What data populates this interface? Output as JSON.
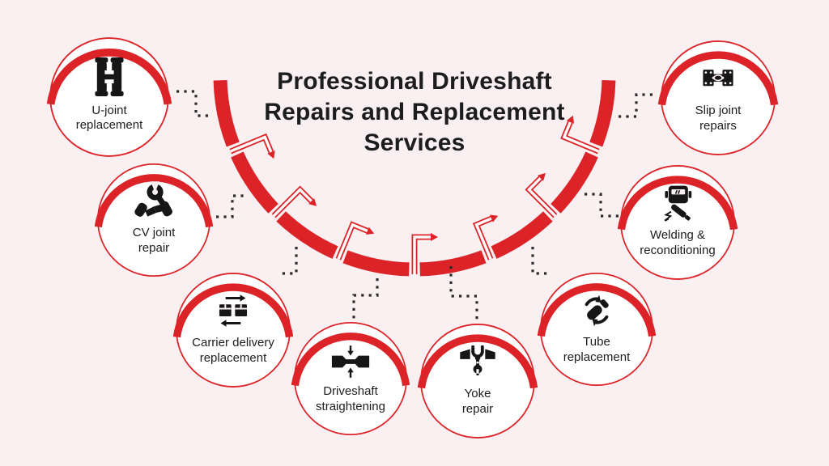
{
  "title": "Professional Driveshaft Repairs and Replacement Services",
  "colors": {
    "background": "#fbf0f1",
    "accent_red": "#dc2328",
    "text": "#1d1d1f",
    "icon_black": "#161616",
    "dot_gray": "#2b2b2b",
    "node_fill": "#ffffff"
  },
  "diagram": {
    "shape": "segmented semicircle arc with outward flow arrows and dotted connectors",
    "segments": 8,
    "arrows": 7
  },
  "services": [
    {
      "label": "U-joint replacement",
      "icon": "u-joint-icon"
    },
    {
      "label": "CV joint repair",
      "icon": "cv-joint-icon"
    },
    {
      "label": "Carrier delivery replacement",
      "icon": "carrier-delivery-icon"
    },
    {
      "label": "Driveshaft straightening",
      "icon": "driveshaft-straightening-icon"
    },
    {
      "label": "Yoke repair",
      "icon": "yoke-repair-icon"
    },
    {
      "label": "Tube replacement",
      "icon": "tube-replacement-icon"
    },
    {
      "label": "Welding & reconditioning",
      "icon": "welding-reconditioning-icon"
    },
    {
      "label": "Slip joint repairs",
      "icon": "slip-joint-icon"
    }
  ]
}
